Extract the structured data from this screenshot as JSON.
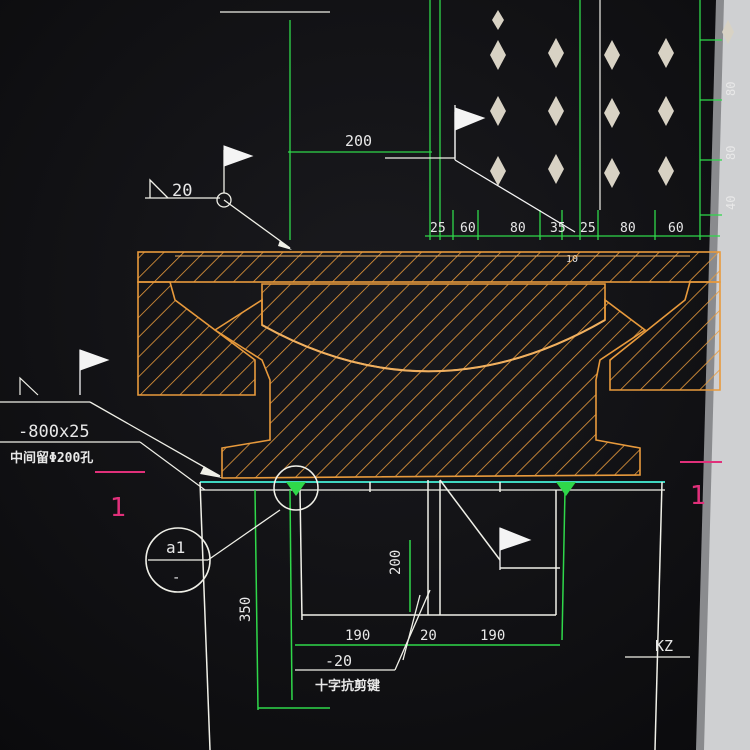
{
  "drawing": {
    "dims": {
      "top_200": "200",
      "angle_20": "20",
      "row_25a": "25",
      "row_60a": "60",
      "row_80a": "80",
      "row_35": "35",
      "row_25b": "25",
      "row_80b": "80",
      "row_60b": "60",
      "right_80a": "80",
      "right_80b": "80",
      "right_40": "40",
      "center_10": "10",
      "v_200": "200",
      "v_350": "350",
      "b_190a": "190",
      "b_20": "20",
      "b_190b": "190"
    },
    "labels": {
      "plate_spec": "-800x25",
      "hole_note": "中间留Φ200孔",
      "section_left": "1",
      "section_right": "1",
      "bubble_top": "a1",
      "bubble_bottom": "-",
      "minus_20": "-20",
      "stiffener": "十字抗剪键",
      "kz": "KZ"
    },
    "colors": {
      "background": "#0e0e10",
      "bearing_orange": "#e89a3c",
      "dimension_green": "#2fd84a",
      "outline_white": "#f0f0e8",
      "cyan_line": "#3fd6c0",
      "magenta_mark": "#e0307a",
      "panel_frame": "#d8d8d8"
    }
  }
}
